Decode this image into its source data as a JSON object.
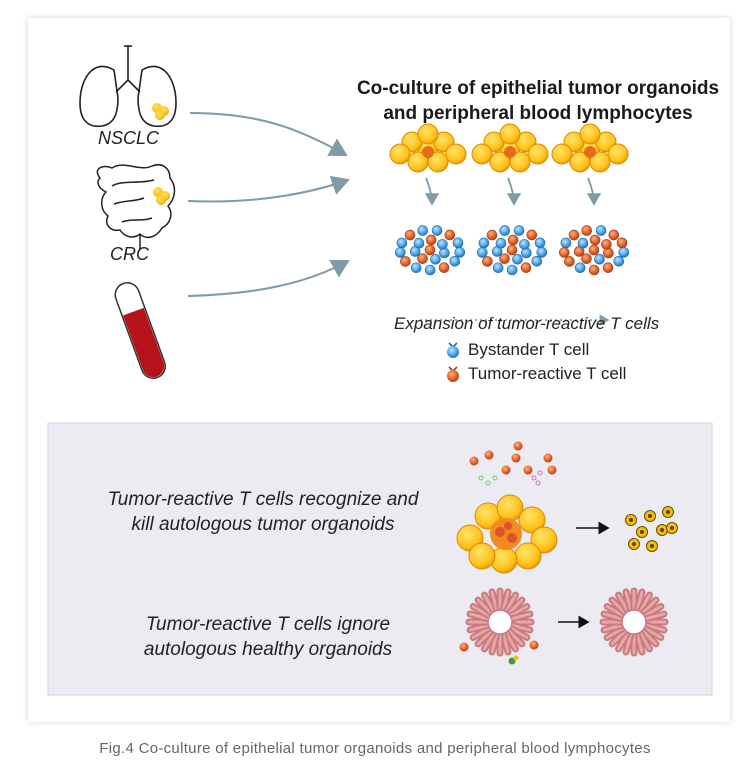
{
  "figure": {
    "title_line1": "Co-culture of epithelial tumor organoids",
    "title_line2": "and peripheral blood lymphocytes",
    "label_nsclc": "NSCLC",
    "label_crc": "CRC",
    "expansion_label": "Expansion of tumor-reactive T cells",
    "legend": {
      "bystander": "Bystander T cell",
      "tumor_reactive": "Tumor-reactive T cell"
    },
    "panel": {
      "row1_line1": "Tumor-reactive T cells recognize and",
      "row1_line2": "kill autologous tumor organoids",
      "row2_line1": "Tumor-reactive T cells ignore",
      "row2_line2": "autologous healthy organoids"
    }
  },
  "caption": "Fig.4 Co-culture of epithelial tumor organoids and peripheral blood lymphocytes",
  "colors": {
    "tumor_orange": "#f5a300",
    "tumor_yellow": "#ffd23a",
    "bystander_blue": "#3b8ed3",
    "reactive_orange": "#d9542a",
    "blood_red": "#b5121b",
    "arrow_gray": "#7f9aa8",
    "panel_bg": "#ecebf1",
    "healthy_pink": "#c97a7f"
  }
}
